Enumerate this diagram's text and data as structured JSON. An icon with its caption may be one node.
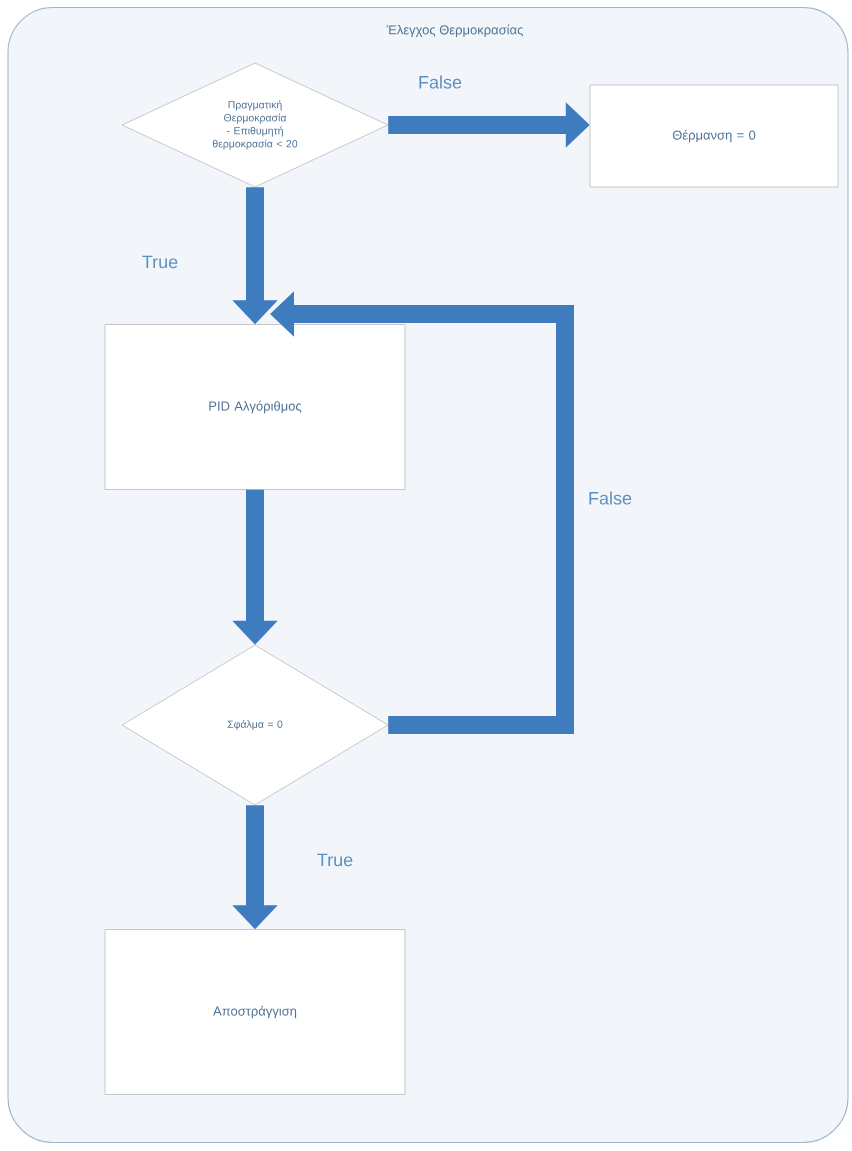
{
  "diagram": {
    "nodes": [
      {
        "text": [
          "Έλεγχος Θερμοκρασίας"
        ]
      },
      {
        "text": [
          "Πραγματική Θερμοκρασία - Επιθυμητή θερμοκρασία < 20"
        ],
        "in": 0
      },
      {
        "text": [
          "Θέρμανση = 0"
        ],
        "in": 0
      },
      {
        "text": [
          "PID Αλγόριθμος"
        ],
        "in": 0
      },
      {
        "text": [
          "Σφάλμα = 0"
        ],
        "in": 0
      },
      {
        "text": [
          "Αποστράγγιση"
        ],
        "in": 0
      }
    ],
    "edges": [
      {
        "from": 1,
        "to": 2,
        "arrow": "to",
        "label": "False"
      },
      {
        "from": 1,
        "to": 3,
        "arrow": "to",
        "label": "True"
      },
      {
        "from": 3,
        "to": 4,
        "arrow": "to"
      },
      {
        "from": 4,
        "to": 3,
        "arrow": "to",
        "label": "False"
      },
      {
        "from": 4,
        "to": 5,
        "arrow": "to",
        "label": "True"
      }
    ]
  }
}
